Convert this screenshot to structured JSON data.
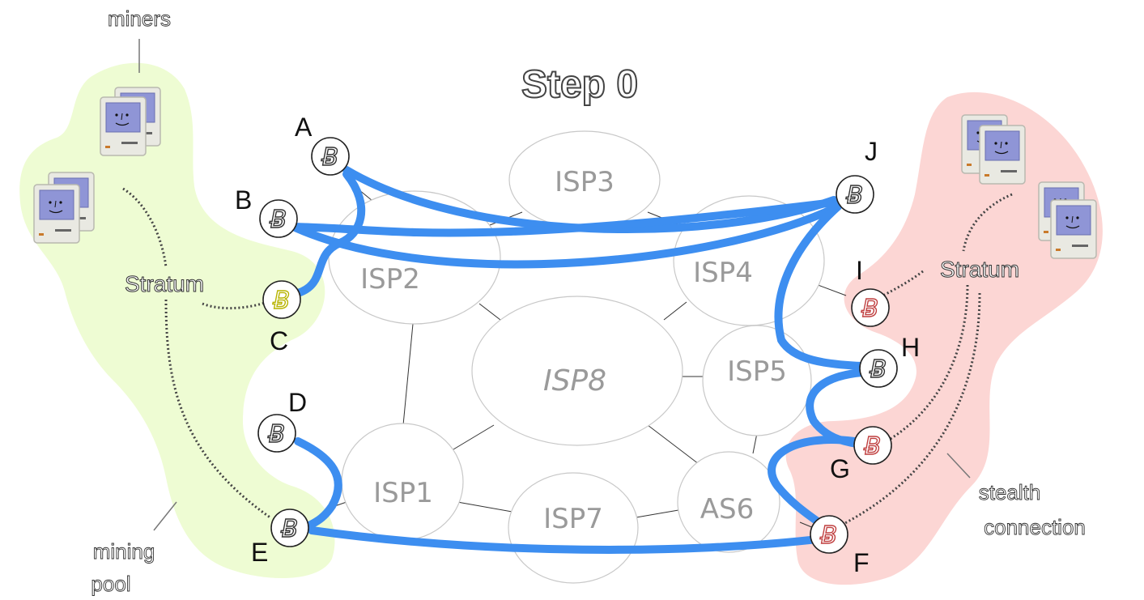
{
  "title": "Step 0",
  "annotations": {
    "miners": "miners",
    "mining_pool_line1": "mining",
    "mining_pool_line2": "pool",
    "stealth_line1": "stealth",
    "stealth_line2": "connection"
  },
  "stratum": {
    "left": "Stratum",
    "right": "Stratum"
  },
  "isps": {
    "isp1": "ISP1",
    "isp2": "ISP2",
    "isp3": "ISP3",
    "isp4": "ISP4",
    "isp5": "ISP5",
    "as6": "AS6",
    "isp7": "ISP7",
    "isp8": "ISP8"
  },
  "nodes": {
    "A": "A",
    "B": "B",
    "C": "C",
    "D": "D",
    "E": "E",
    "F": "F",
    "G": "G",
    "H": "H",
    "I": "I",
    "J": "J"
  },
  "colors": {
    "green_pool": "#eefcd3",
    "red_pool": "#fcd6d4",
    "blue_link": "#3d8ef0",
    "isp_stroke": "#c8c8c8",
    "isp_text": "#9a9a9a",
    "label_text": "#111111"
  },
  "icons": {
    "node": "bitcoin-icon",
    "miner": "computer-icon"
  }
}
